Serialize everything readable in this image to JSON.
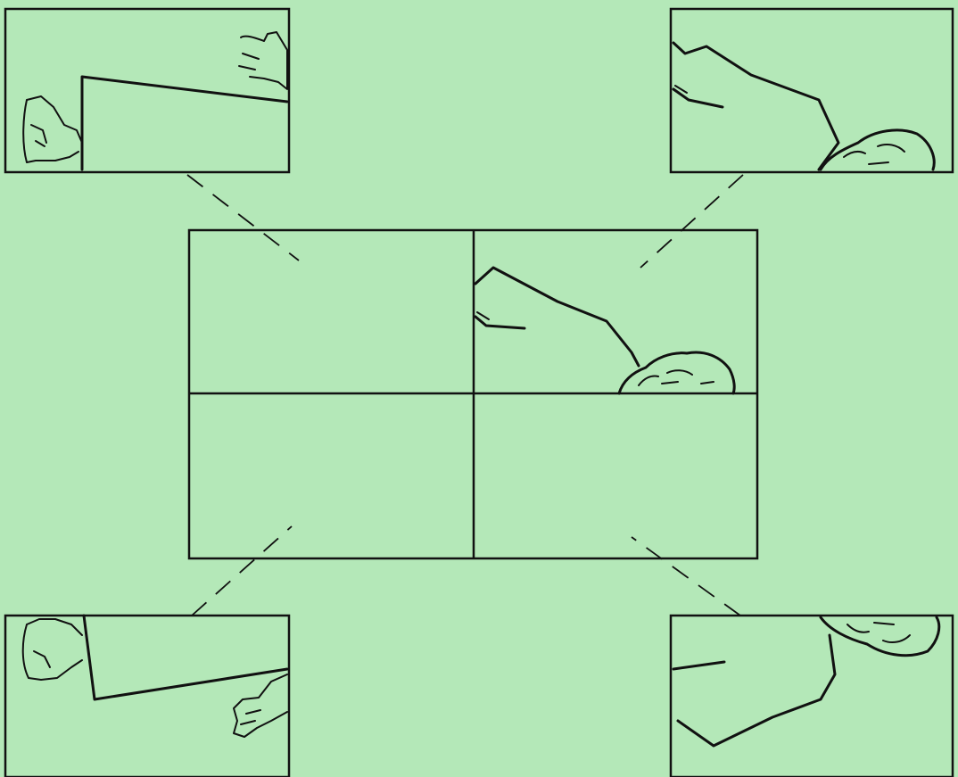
{
  "diagram": {
    "background_color": "#b4e8b8",
    "line_color": "#111111",
    "central_grid": {
      "rows": 2,
      "cols": 2,
      "filled_cell": "top-right"
    },
    "corner_views": [
      {
        "id": "top-left",
        "depicts": "legs-and-hand"
      },
      {
        "id": "top-right",
        "depicts": "head-and-shoulder"
      },
      {
        "id": "bottom-left",
        "depicts": "legs-and-hand"
      },
      {
        "id": "bottom-right",
        "depicts": "head-and-shoulder"
      }
    ]
  }
}
